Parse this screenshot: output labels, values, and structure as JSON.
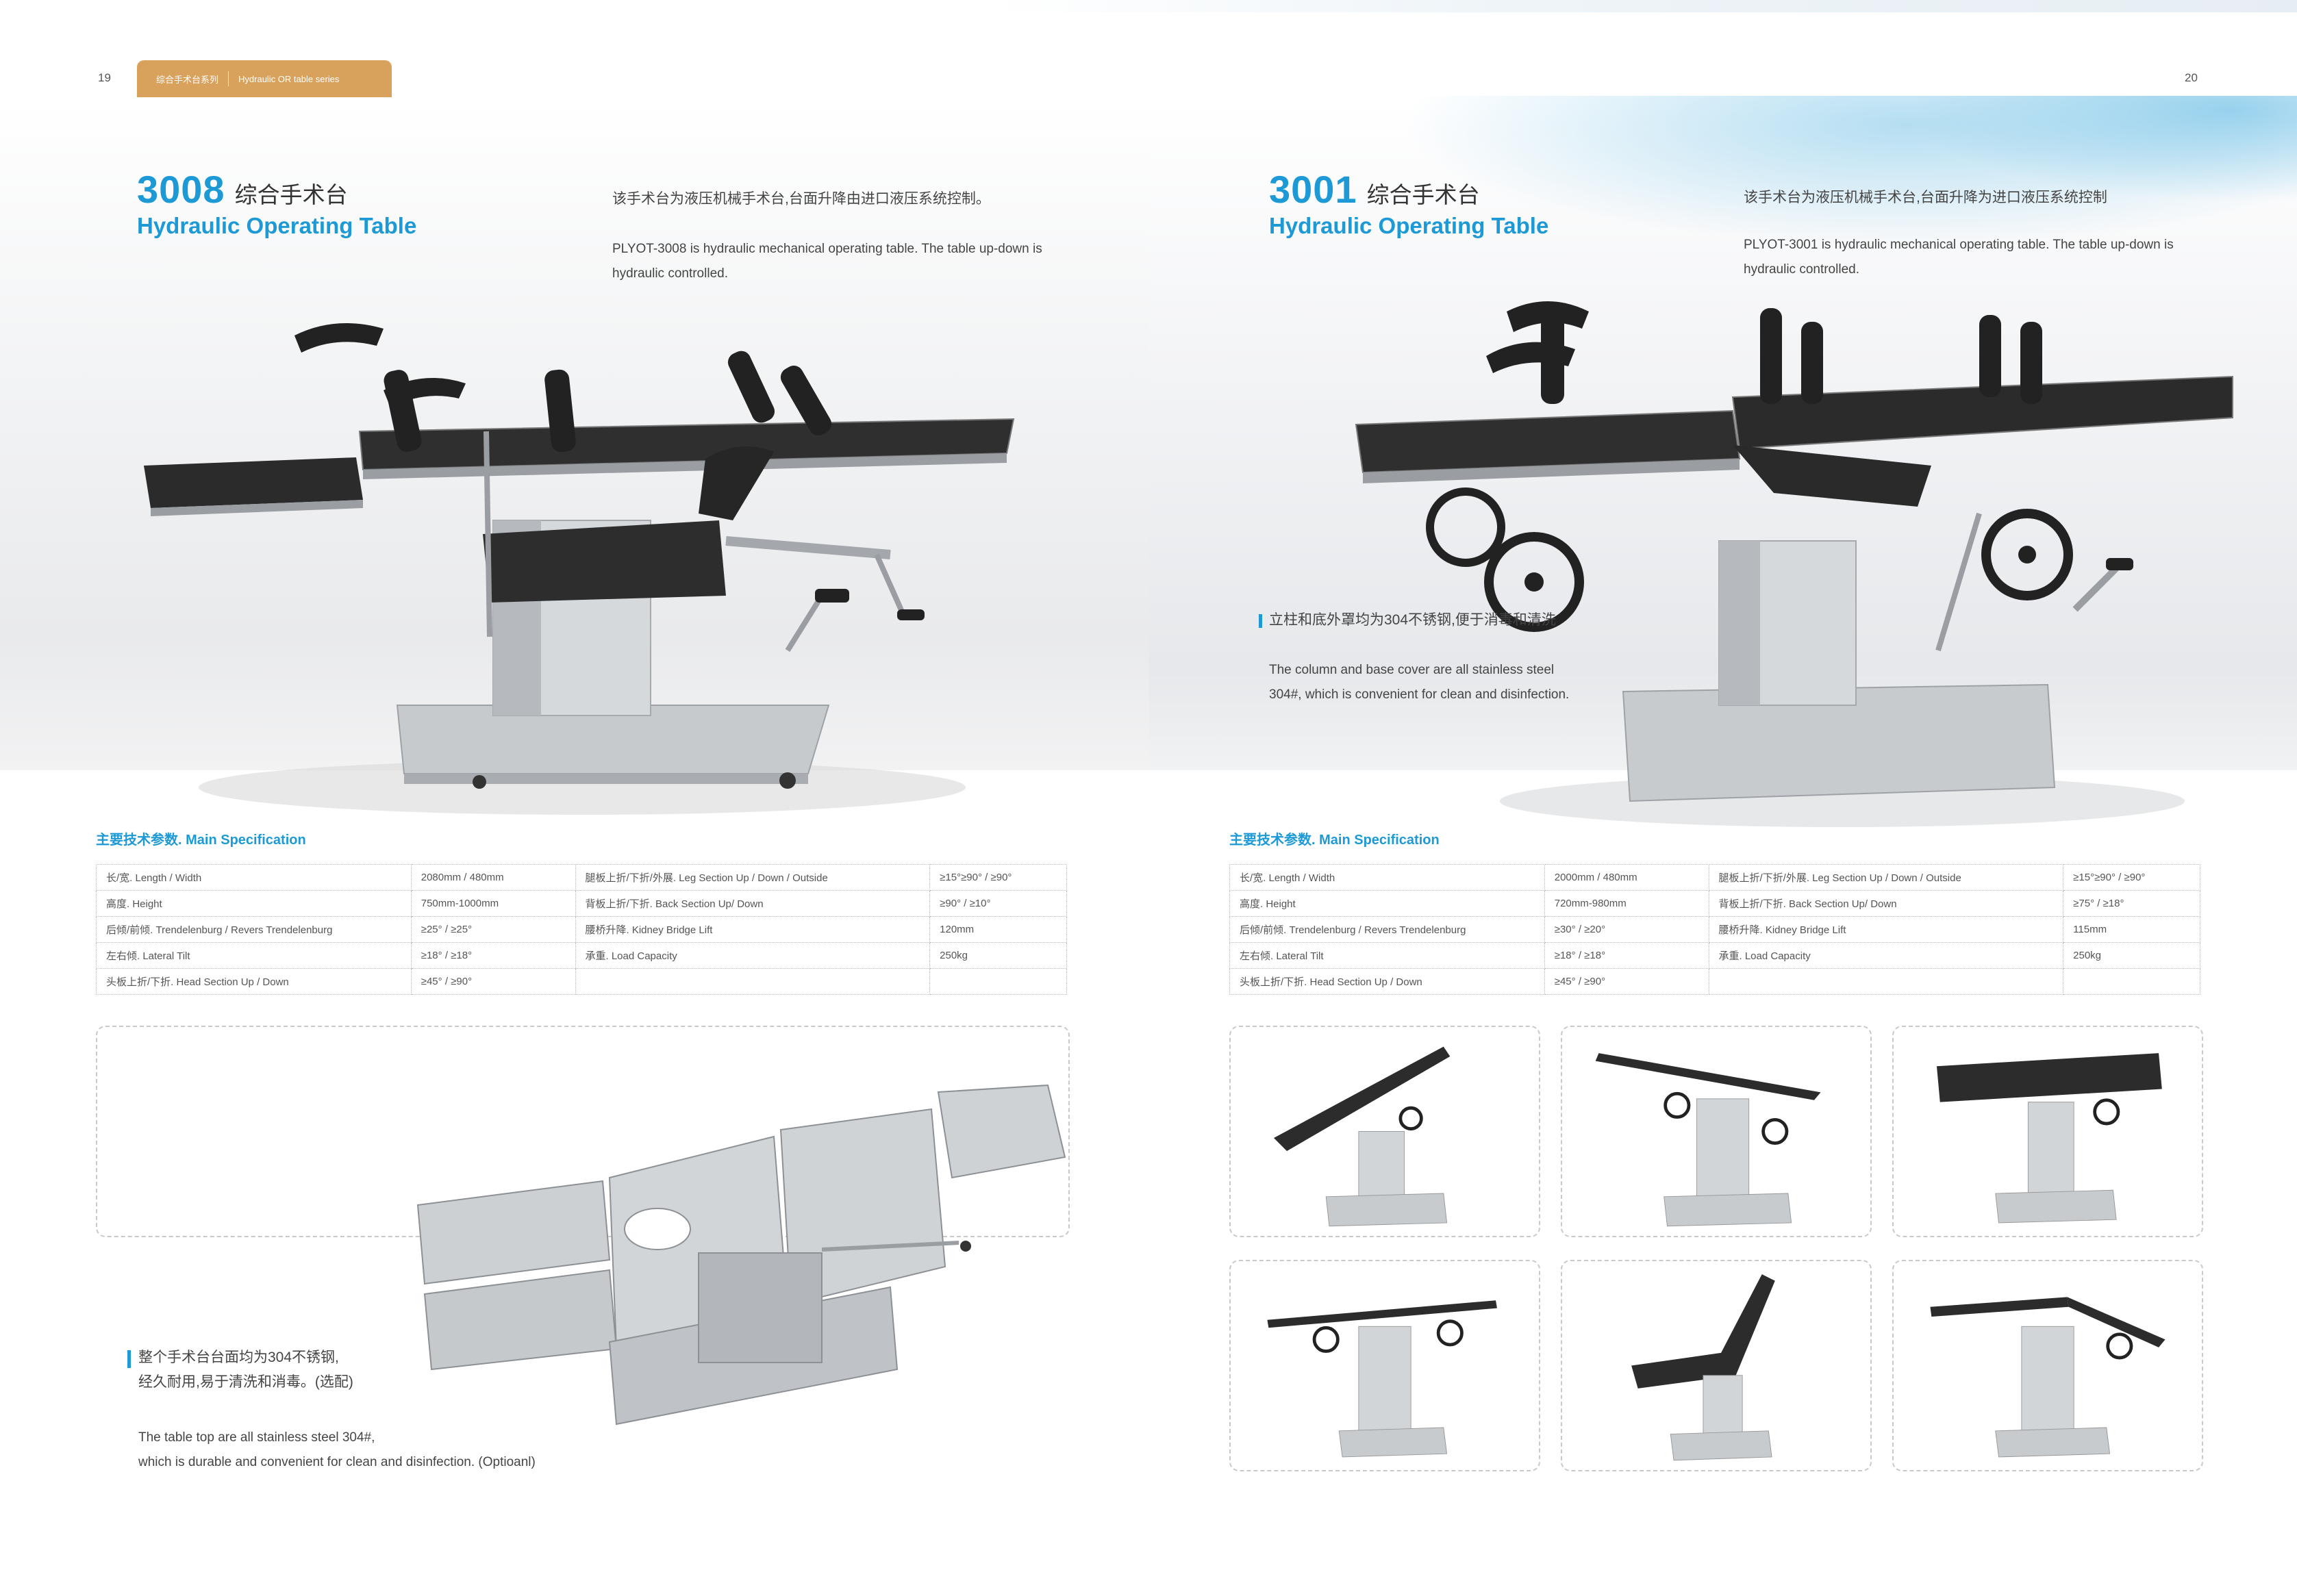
{
  "page_left": {
    "page_number": "19",
    "header_tab": {
      "zh": "综合手术台系列",
      "en": "Hydraulic OR table series"
    },
    "model": "3008",
    "title_zh": "综合手术台",
    "title_en": "Hydraulic Operating Table",
    "desc_zh": "该手术台为液压机械手术台,台面升降由进口液压系统控制。",
    "desc_en_1": "PLYOT-3008 is hydraulic mechanical operating table. The table up-down is",
    "desc_en_2": "hydraulic controlled.",
    "spec_title": "主要技术参数. Main Specification",
    "spec_rows": [
      {
        "l_label": "长/宽. Length / Width",
        "l_value": "2080mm / 480mm",
        "r_label": "腿板上折/下折/外展. Leg Section Up / Down / Outside",
        "r_value": "≥15°≥90° / ≥90°"
      },
      {
        "l_label": "高度. Height",
        "l_value": "750mm-1000mm",
        "r_label": "背板上折/下折. Back Section Up/ Down",
        "r_value": "≥90° / ≥10°"
      },
      {
        "l_label": "后倾/前倾. Trendelenburg / Revers Trendelenburg",
        "l_value": "≥25° / ≥25°",
        "r_label": "腰桥升降. Kidney Bridge Lift",
        "r_value": "120mm"
      },
      {
        "l_label": "左右倾. Lateral Tilt",
        "l_value": "≥18° / ≥18°",
        "r_label": "承重. Load Capacity",
        "r_value": "250kg"
      },
      {
        "l_label": "头板上折/下折. Head Section Up / Down",
        "l_value": "≥45° / ≥90°",
        "r_label": "",
        "r_value": ""
      }
    ],
    "callout_zh_1": "整个手术台台面均为304不锈钢,",
    "callout_zh_2": "经久耐用,易于清洗和消毒。(选配)",
    "callout_en_1": "The table top are all stainless steel 304#,",
    "callout_en_2": "which is durable and convenient for clean and disinfection. (Optioanl)"
  },
  "page_right": {
    "page_number": "20",
    "model": "3001",
    "title_zh": "综合手术台",
    "title_en": "Hydraulic Operating Table",
    "desc_zh": "该手术台为液压机械手术台,台面升降为进口液压系统控制",
    "desc_en_1": "PLYOT-3001 is hydraulic mechanical operating table. The table up-down is",
    "desc_en_2": "hydraulic controlled.",
    "callout_zh": "立柱和底外罩均为304不锈钢,便于消毒和清洗",
    "callout_en_1": "The column and base cover are all stainless steel",
    "callout_en_2": "304#, which is convenient for clean and disinfection.",
    "spec_title": "主要技术参数. Main Specification",
    "spec_rows": [
      {
        "l_label": "长/宽. Length / Width",
        "l_value": "2000mm / 480mm",
        "r_label": "腿板上折/下折/外展. Leg Section Up / Down / Outside",
        "r_value": "≥15°≥90° / ≥90°"
      },
      {
        "l_label": "高度. Height",
        "l_value": "720mm-980mm",
        "r_label": "背板上折/下折. Back Section Up/ Down",
        "r_value": "≥75° / ≥18°"
      },
      {
        "l_label": "后倾/前倾. Trendelenburg / Revers Trendelenburg",
        "l_value": "≥30° / ≥20°",
        "r_label": "腰桥升降. Kidney Bridge Lift",
        "r_value": "115mm"
      },
      {
        "l_label": "左右倾. Lateral Tilt",
        "l_value": "≥18° / ≥18°",
        "r_label": "承重. Load Capacity",
        "r_value": "250kg"
      },
      {
        "l_label": "头板上折/下折. Head Section Up / Down",
        "l_value": "≥45° / ≥90°",
        "r_label": "",
        "r_value": ""
      }
    ]
  },
  "colors": {
    "accent_blue": "#1d9ad6",
    "header_tab": "#d9a25c",
    "table_pad": "#2b2b2b",
    "steel": "#c9ccd0"
  }
}
